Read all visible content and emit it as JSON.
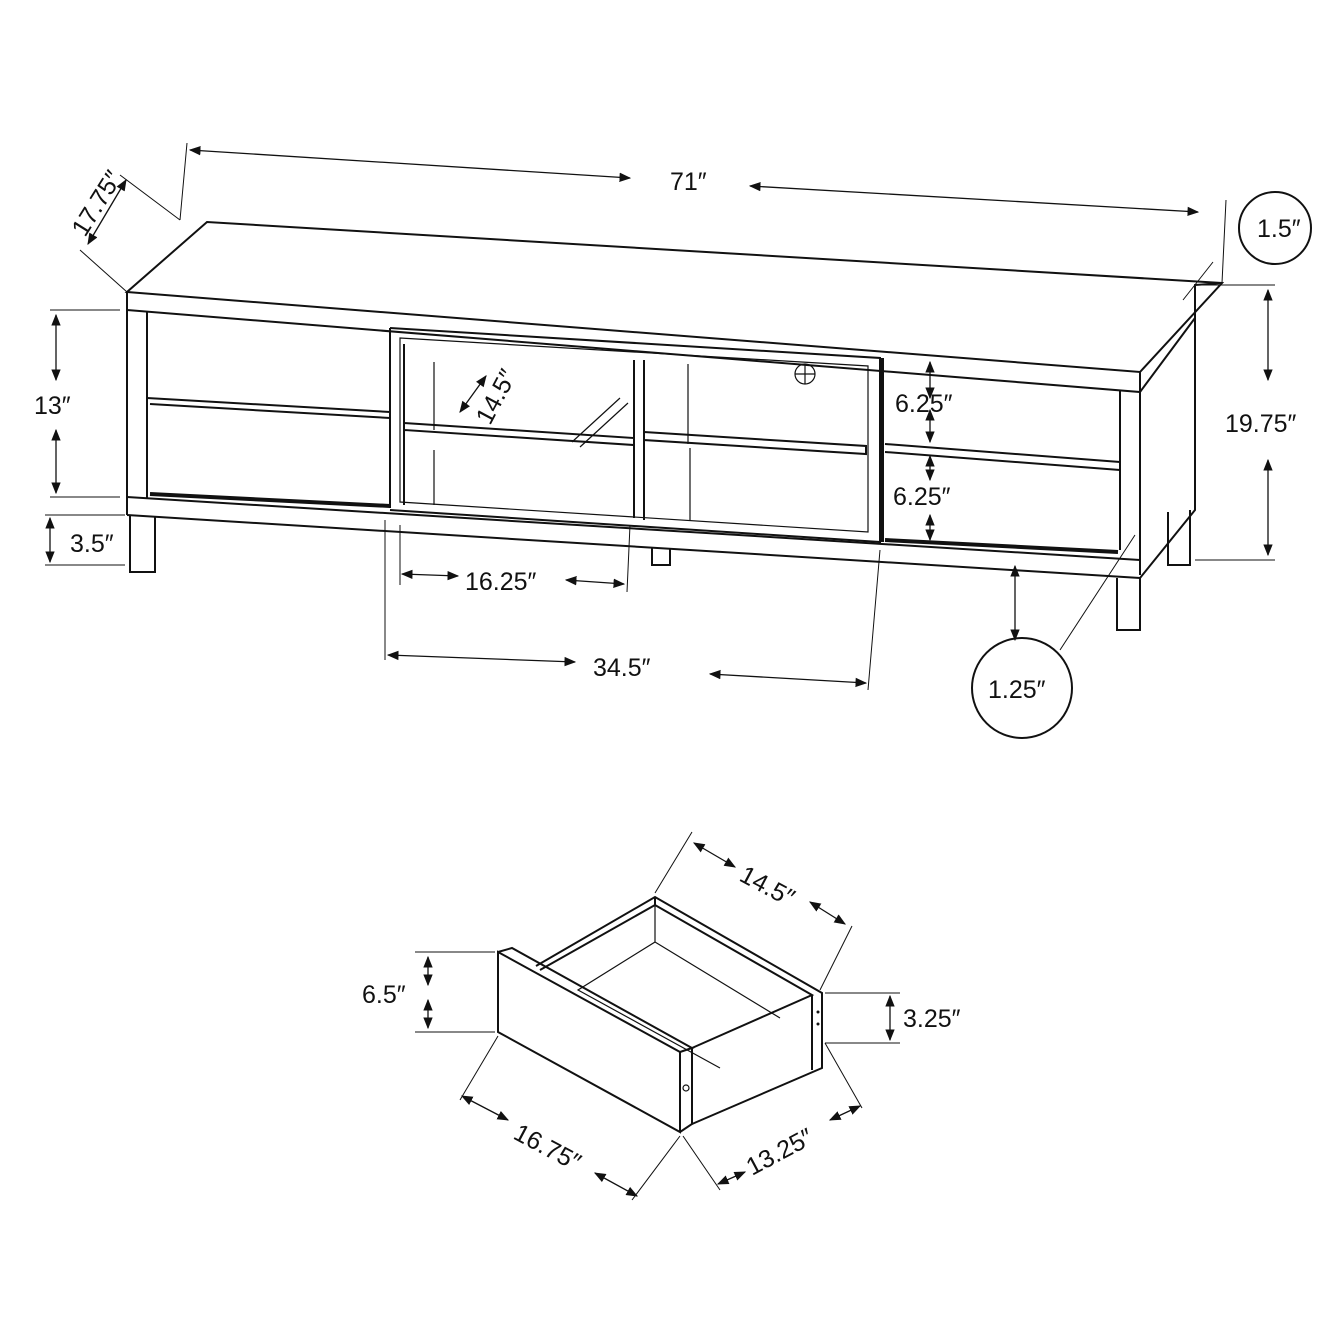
{
  "tv_stand": {
    "width": "71″",
    "depth": "17.75″",
    "top_thickness": "1.5″",
    "total_height": "19.75″",
    "cabinet_height": "13″",
    "leg_height": "3.5″",
    "shelf_depth": "14.5″",
    "drawer_upper": "6.25″",
    "drawer_lower": "6.25″",
    "center_compartment": "16.25″",
    "center_section": "34.5″",
    "leg_width": "1.25″"
  },
  "drawer": {
    "depth": "14.5″",
    "front_height": "6.5″",
    "box_height": "3.25″",
    "front_width": "16.75″",
    "box_width": "13.25″"
  }
}
